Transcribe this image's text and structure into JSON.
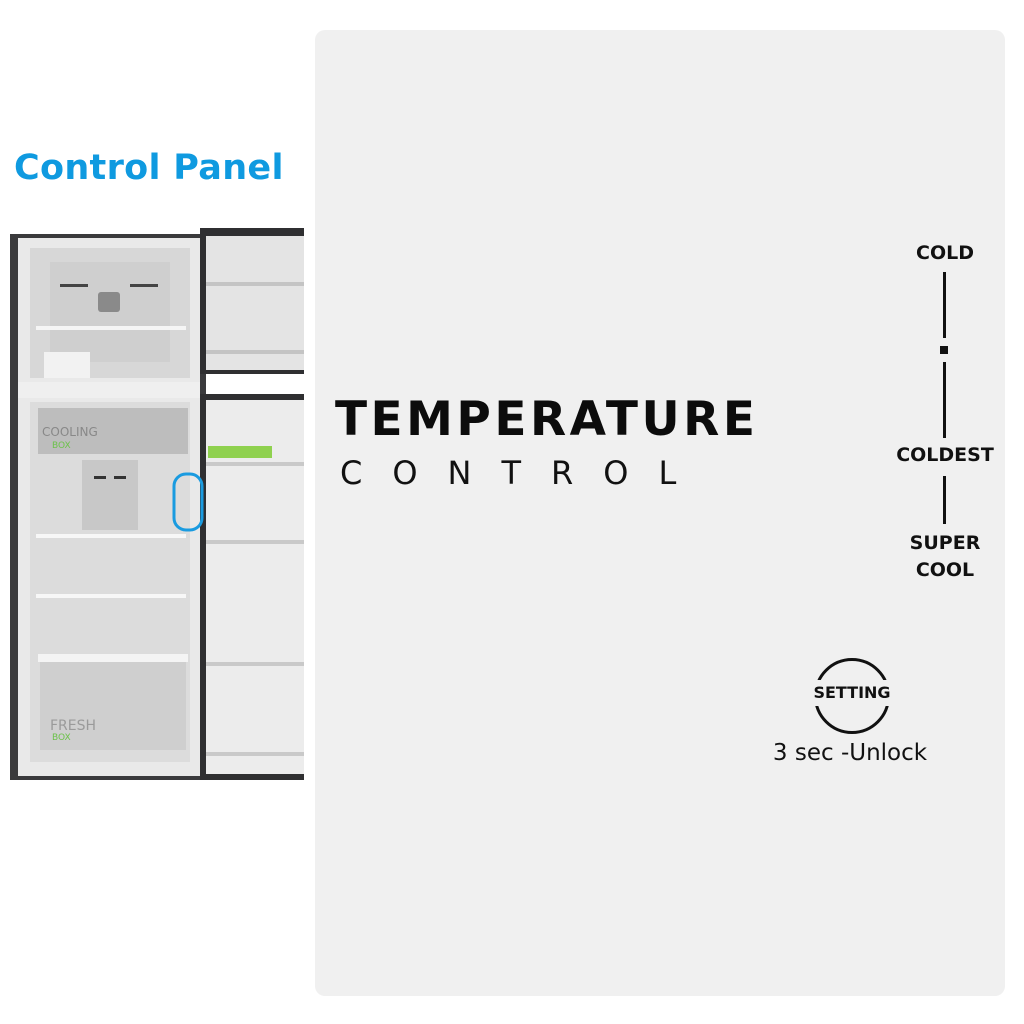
{
  "heading": {
    "text": "Control Panel",
    "color": "#0f9ae0"
  },
  "fridge_image": {
    "description": "Open top-mount refrigerator with control panel location circled",
    "labels": {
      "cooling_box_top": "COOLING",
      "cooling_box_bottom": "BOX",
      "fresh_box_top": "FRESH",
      "fresh_box_bottom": "BOX"
    },
    "highlight_color": "#1a9be0"
  },
  "panel": {
    "title_line1": "TEMPERATURE",
    "title_line2": "CONTROL",
    "scale": {
      "top_label": "COLD",
      "middle_label": "COLDEST",
      "bottom_label_line1": "SUPER",
      "bottom_label_line2": "COOL"
    },
    "setting_button": {
      "label": "SETTING",
      "hint": "3 sec -Unlock"
    }
  }
}
